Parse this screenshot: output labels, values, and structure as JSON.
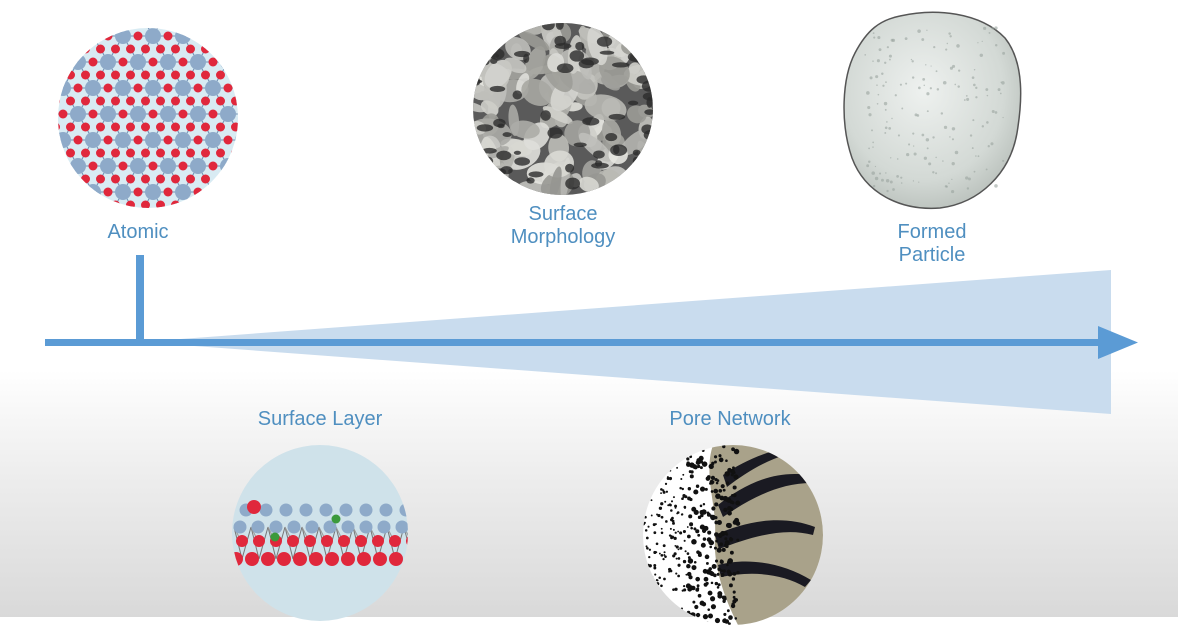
{
  "labels": {
    "atomic": "Atomic",
    "surface_morphology_line1": "Surface",
    "surface_morphology_line2": "Morphology",
    "formed_particle_line1": "Formed",
    "formed_particle_line2": "Particle",
    "surface_layer": "Surface Layer",
    "pore_network": "Pore Network"
  },
  "colors": {
    "accent": "#5b9bd5",
    "label": "#4f8fc0",
    "wedge": "#c9dcee",
    "atom_grey": "#8eaac9",
    "atom_red": "#e0283c",
    "atom_green": "#3c9a3c",
    "particle": "#d6dbd8",
    "pore_tan": "#a9a28a"
  },
  "icons": {
    "atomic": "atomic-lattice-icon",
    "morphology": "porous-surface-micrograph",
    "particle": "formed-particle-image",
    "surface_layer": "surface-layer-lattice-icon",
    "pore_network": "pore-network-icon"
  }
}
